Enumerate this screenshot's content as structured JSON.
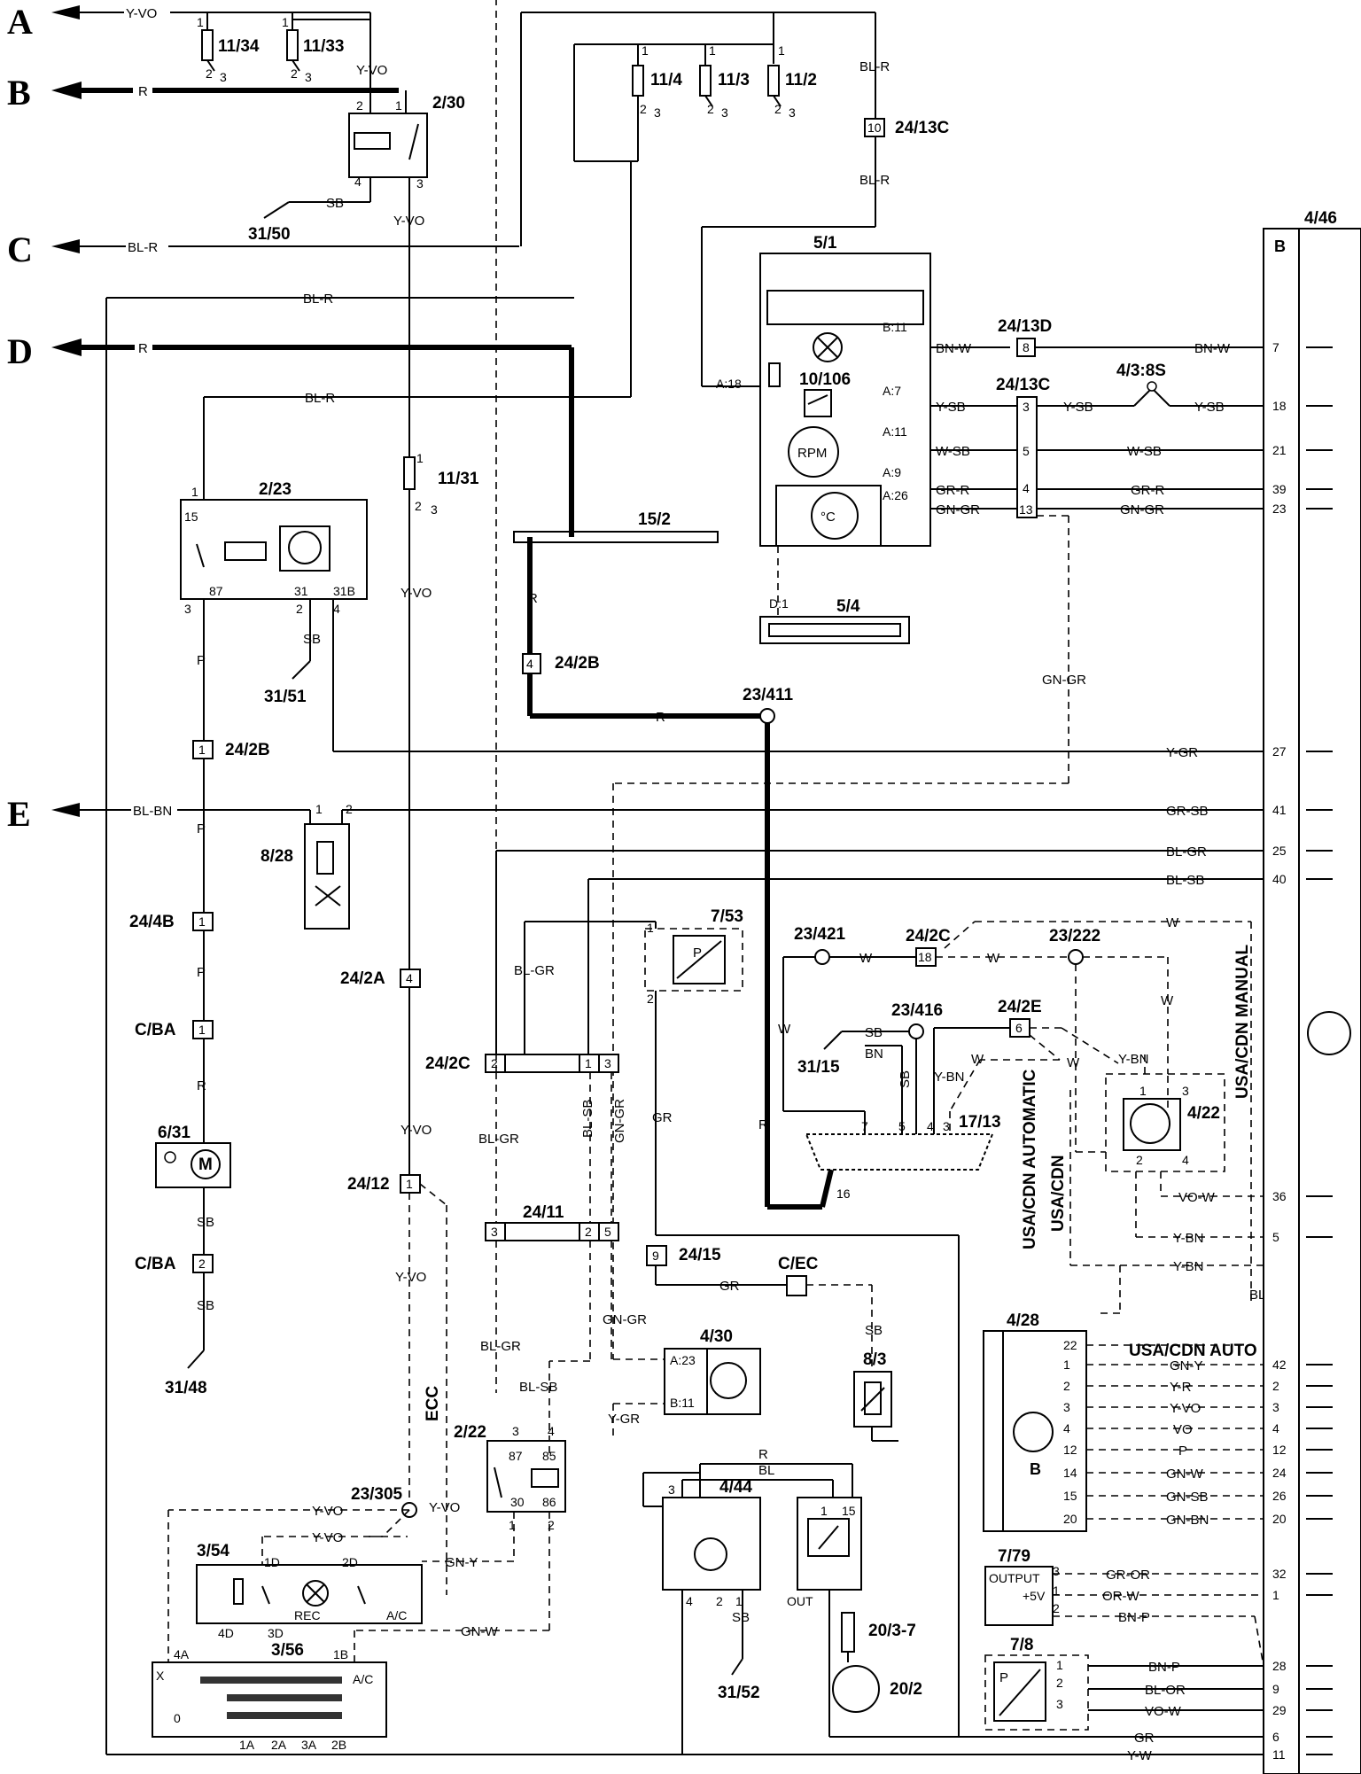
{
  "side_connectors": [
    "A",
    "B",
    "C",
    "D",
    "E"
  ],
  "side_wires": {
    "A": "Y-VO",
    "B": "R",
    "C": "BL-R",
    "D": "R",
    "E": "BL-BN"
  },
  "fuses_top": [
    {
      "id": "11/34"
    },
    {
      "id": "11/33"
    },
    {
      "id": "11/4"
    },
    {
      "id": "11/3"
    },
    {
      "id": "11/2"
    }
  ],
  "fuse_pins": {
    "p1": "1",
    "p2": "2",
    "p3": "3"
  },
  "components": {
    "relay_230": "2/30",
    "ground_3150": "31/50",
    "relay_223": "2/23",
    "ground_3151": "31/51",
    "fuse_1131": "11/31",
    "bus_152": "15/2",
    "inst_51": "5/1",
    "mod_10106": "10/106",
    "disp_54": "5/4",
    "ecu_446": "4/46",
    "ecu_446_section": "B",
    "conn_2413C_top": "24/13C",
    "conn_2413D": "24/13D",
    "conn_2413C_mid": "24/13C",
    "splice_43_8S": "4/3:8S",
    "conn_242B_top": "24/2B",
    "conn_242B_left": "24/2B",
    "splice_23411": "23/411",
    "valve_828": "8/28",
    "conn_244B": "24/4B",
    "conn_CBA1": "C/BA",
    "motor_631": "6/31",
    "conn_CBA2": "C/BA",
    "ground_3148": "31/48",
    "conn_242A": "24/2A",
    "sensor_753": "7/53",
    "splice_23421": "23/421",
    "conn_242C_mid": "24/2C",
    "splice_23222": "23/222",
    "splice_23416": "23/416",
    "conn_242E": "24/2E",
    "ground_3115": "31/15",
    "dlc_1713": "17/13",
    "ecu_422": "4/22",
    "conn_242C_left": "24/2C",
    "conn_2411": "24/11",
    "conn_2412": "24/12",
    "conn_2415": "24/15",
    "conn_CEC": "C/EC",
    "ecu_430": "4/30",
    "sensor_83": "8/3",
    "ecu_428": "4/28",
    "ecu_428_section": "B",
    "splice_23305": "23/305",
    "relay_222": "2/22",
    "panel_354": "3/54",
    "panel_356": "3/56",
    "ecu_444": "4/44",
    "coil_203_7": "20/3-7",
    "spark_202": "20/2",
    "ground_3152": "31/52",
    "sensor_779": "7/79",
    "sensor_78": "7/8"
  },
  "text_labels": {
    "ecc": "ECC",
    "usa_cdn_manual": "USA/CDN MANUAL",
    "usa_cdn_automatic": "USA/CDN AUTOMATIC",
    "usa_cdn": "USA/CDN",
    "usa_cdn_auto": "USA/CDN AUTO",
    "output": "OUTPUT",
    "plus5v": "+5V",
    "out": "OUT",
    "rec": "REC",
    "ac": "A/C",
    "rpm": "RPM",
    "degc": "°C",
    "p": "P"
  },
  "wire_labels": {
    "yvo_top": "Y-VO",
    "r_top": "R",
    "blr_c": "BL-R",
    "r_d": "R",
    "blbn_e": "BL-BN",
    "yvo_230": "Y-VO",
    "sb_3150": "SB",
    "yvo_230b": "Y-VO",
    "blr_1": "BL-R",
    "blr_2": "BL-R",
    "blr_3": "BL-R",
    "blr_4": "BL-R",
    "bnw_a": "BN-W",
    "bnw_b": "BN-W",
    "ysb_a": "Y-SB",
    "ysb_b": "Y-SB",
    "ysb_c": "Y-SB",
    "wsb_a": "W-SB",
    "wsb_b": "W-SB",
    "grr_a": "GR-R",
    "grr_b": "GR-R",
    "gngr_a": "GN-GR",
    "gngr_b": "GN-GR",
    "gngr_c": "GN-GR",
    "ygr": "Y-GR",
    "grsb": "GR-SB",
    "blgr": "BL-GR",
    "blsb": "BL-SB",
    "p_1": "P",
    "p_2": "P",
    "p_3": "P",
    "sb_3151": "SB",
    "r_152": "R",
    "r_23411": "R",
    "r_a": "R",
    "yvo_a": "Y-VO",
    "yvo_b": "Y-VO",
    "yvo_c": "Y-VO",
    "yvo_d": "Y-VO",
    "yvo_e": "Y-VO",
    "yvo_f": "Y-VO",
    "sb_a": "SB",
    "sb_b": "SB",
    "sb_c": "SB",
    "sb_d": "SB",
    "blgr_b": "BL-GR",
    "blgr_c": "BL-GR",
    "blgr_d": "BL-GR",
    "blsb_b": "BL-SB",
    "blsb_c": "BL-SB",
    "gngr_d": "GN-GR",
    "gngr_e": "GN-GR",
    "gr_a": "GR",
    "gr_b": "GR",
    "gr_c": "GR",
    "w_a": "W",
    "w_b": "W",
    "w_c": "W",
    "w_d": "W",
    "w_e": "W",
    "w_f": "W",
    "sb_e": "SB",
    "bn": "BN",
    "ybn_a": "Y-BN",
    "ybn_b": "Y-BN",
    "ybn_c": "Y-BN",
    "ybn_d": "Y-BN",
    "vow_a": "VO-W",
    "bl_a": "BL",
    "bl_b": "BL",
    "r_b": "R",
    "ygr_b": "Y-GR",
    "gny_a": "GN-Y",
    "gnw_a": "GN-W",
    "gny_b": "GN-Y",
    "yr": "Y-R",
    "yvo_g": "Y-VO",
    "vo": "VO",
    "p_4": "P",
    "gnw_b": "GN-W",
    "gnsb": "GN-SB",
    "gnbn": "GN-BN",
    "gror": "GR-OR",
    "orw": "OR-W",
    "bnp_a": "BN-P",
    "bnp_b": "BN-P",
    "blor": "BL-OR",
    "vow_b": "VO-W",
    "gr_d": "GR",
    "yw": "Y-W"
  },
  "ecu_446_pins": [
    "7",
    "18",
    "21",
    "39",
    "23",
    "27",
    "41",
    "25",
    "40",
    "36",
    "5",
    "42",
    "2",
    "3",
    "4",
    "12",
    "24",
    "26",
    "20",
    "32",
    "1",
    "28",
    "9",
    "29",
    "6",
    "11"
  ],
  "ecu_428_pins": [
    "22",
    "1",
    "2",
    "3",
    "4",
    "12",
    "14",
    "15",
    "20"
  ],
  "pin_labels": {
    "a18": "A:18",
    "b11": "B:11",
    "a7": "A:7",
    "a11": "A:11",
    "a9": "A:9",
    "a26": "A:26",
    "d1": "D:1",
    "c8": "8",
    "c3": "3",
    "c5": "5",
    "c4": "4",
    "c13": "13",
    "c10": "10",
    "p15": "15",
    "p87": "87",
    "p31": "31",
    "p31b": "31B",
    "n1": "1",
    "n2": "2",
    "n3": "3",
    "n4": "4",
    "a23": "A:23",
    "b11b": "B:11",
    "n85": "85",
    "n86": "86",
    "n30": "30",
    "n87b": "87",
    "n18": "18",
    "n6": "6",
    "n7": "7",
    "n5": "5",
    "n16": "16",
    "d1d": "1D",
    "d2d": "2D",
    "d4d": "4D",
    "d3d": "3D",
    "s4a": "4A",
    "s1b": "1B",
    "s1a": "1A",
    "s2a": "2A",
    "s3a": "3A",
    "s2b": "2B",
    "sx": "X",
    "s0": "0",
    "n9": "9",
    "n15": "15",
    "n1b": "1",
    "n2b": "2",
    "n3b": "3"
  }
}
